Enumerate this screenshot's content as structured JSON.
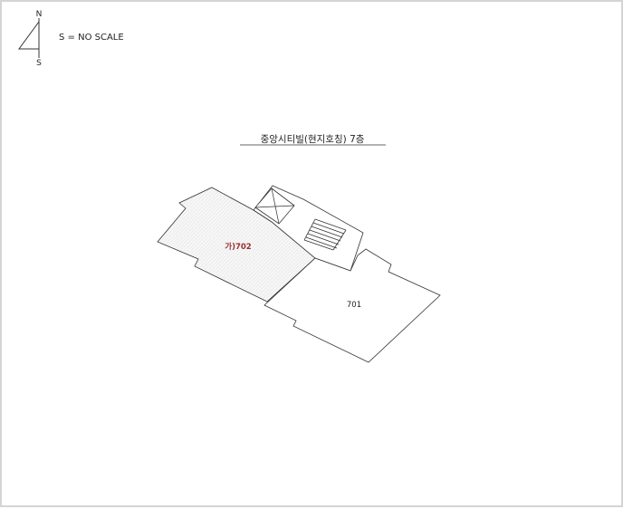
{
  "legend": {
    "north_label": "N",
    "south_label": "S",
    "scale_text": "S = NO SCALE"
  },
  "plan": {
    "title": "중앙시티빌(현지호칭) 7층",
    "units": [
      {
        "id": "unit-702",
        "label": "가)702",
        "color": "#9a3030",
        "hatched": true
      },
      {
        "id": "unit-701",
        "label": "701",
        "color": "#222222",
        "hatched": false
      }
    ]
  }
}
